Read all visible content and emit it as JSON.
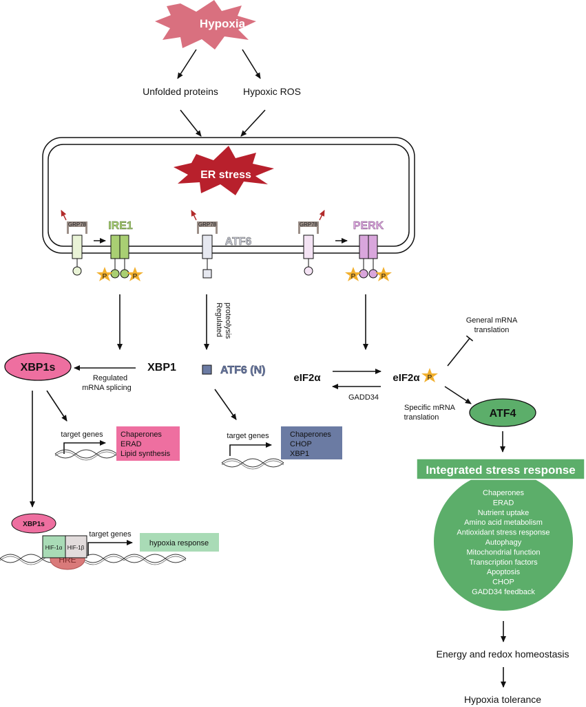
{
  "hypoxia": "Hypoxia",
  "unfolded_proteins": "Unfolded proteins",
  "hypoxic_ros": "Hypoxic ROS",
  "er_stress": "ER stress",
  "grp78": "GRP78",
  "ire1": "IRE1",
  "atf6": "ATF6",
  "perk": "PERK",
  "p": "P",
  "xbp1s": "XBP1s",
  "xbp1": "XBP1",
  "regulated_mrna_splicing_1": "Regulated",
  "regulated_mrna_splicing_2": "mRNA splicing",
  "regulated_proteolysis_1": "Regulated",
  "regulated_proteolysis_2": "proteolysis",
  "atf6n": "ATF6 (N)",
  "eif2a": "eIF2α",
  "gadd34": "GADD34",
  "general_translation_1": "General mRNA",
  "general_translation_2": "translation",
  "specific_translation_1": "Specific mRNA",
  "specific_translation_2": "translation",
  "atf4": "ATF4",
  "target_genes": "target genes",
  "xbp1s_targets": [
    "Chaperones",
    "ERAD",
    "Lipid synthesis"
  ],
  "atf6_targets": [
    "Chaperones",
    "CHOP",
    "XBP1"
  ],
  "hif1a": "HIF-1α",
  "hif1b": "HIF-1β",
  "hre": "HRE",
  "hypoxia_response": "hypoxia response",
  "isr_title": "Integrated stress response",
  "isr_items": [
    "Chaperones",
    "ERAD",
    "Nutrient uptake",
    "Amino acid metabolism",
    "Antioxidant stress response",
    "Autophagy",
    "Mitochondrial function",
    "Transcription factors",
    "Apoptosis",
    "CHOP",
    "GADD34 feedback"
  ],
  "energy_redox": "Energy and redox homeostasis",
  "hypoxia_tolerance": "Hypoxia tolerance",
  "colors": {
    "hypoxia": "#d9707f",
    "er_stress": "#b8202c",
    "ire1_green": "#a9cf73",
    "atf6_blue": "#6b7ba3",
    "perk_purple": "#d9a6dc",
    "xbp1s_pink": "#ee6fa0",
    "atf4_green": "#5cae6a",
    "hypoxia_response_green": "#a9dbb6",
    "star_yellow": "#f2b02e"
  }
}
